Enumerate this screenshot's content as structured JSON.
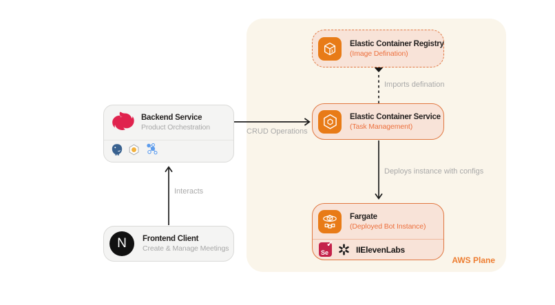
{
  "plane": {
    "label": "AWS Plane"
  },
  "nodes": {
    "ecr": {
      "title": "Elastic Container Registry",
      "subtitle": "(Image Defination)"
    },
    "ecs": {
      "title": "Elastic Container Service",
      "subtitle": "(Task Management)"
    },
    "fargate": {
      "title": "Fargate",
      "subtitle": "(Deployed Bot Instance)",
      "partner_label": "IIElevenLabs"
    },
    "backend": {
      "title": "Backend Service",
      "subtitle": "Product Orchestration"
    },
    "frontend": {
      "title": "Frontend Client",
      "subtitle": "Create & Manage Meetings",
      "icon_letter": "N"
    }
  },
  "edges": {
    "interacts": {
      "label": "Interacts"
    },
    "crud": {
      "label": "CRUD Operations"
    },
    "imports": {
      "label": "Imports defination"
    },
    "deploys": {
      "label": "Deploys instance with configs"
    }
  },
  "icons": {
    "backend_main": "nestjs-icon",
    "backend_stack": [
      "postgresql-icon",
      "hexagon-sphere-icon",
      "molecule-cluster-icon"
    ],
    "frontend_main": "nextjs-icon",
    "aws": [
      "ecr-icon",
      "ecs-icon",
      "fargate-icon"
    ],
    "fargate_partners": [
      "selenium-icon",
      "openai-icon"
    ],
    "selenium_text": "Se",
    "selenium_check": "✓"
  },
  "colors": {
    "plane_bg": "#faf5ea",
    "aws_box_bg": "#f8e3d8",
    "aws_border": "#e0763f",
    "aws_icon_bg": "#e87b17",
    "orange_text": "#ec6f3d",
    "aws_plane_label": "#ed7d31",
    "neutral_box_bg": "#f4f4f3",
    "neutral_border": "#dadad8",
    "muted_text": "#a8a8a8",
    "arrow": "#1b1b1b",
    "nestjs_red": "#e0234e",
    "selenium_red": "#c4224a",
    "postgres_blue": "#38618f",
    "molecule_blue": "#5d9cec"
  }
}
